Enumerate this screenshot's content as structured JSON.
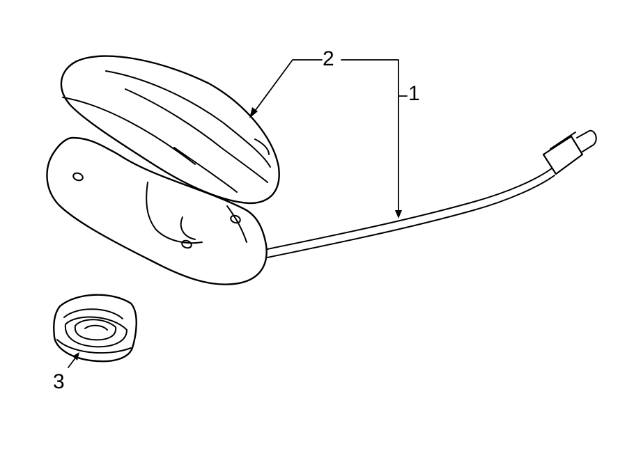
{
  "diagram": {
    "callouts": [
      {
        "id": "antenna-assembly",
        "number": "1"
      },
      {
        "id": "antenna-cover",
        "number": "2"
      },
      {
        "id": "grommet",
        "number": "3"
      }
    ]
  },
  "colors": {
    "line": "#000000",
    "background": "#ffffff"
  }
}
